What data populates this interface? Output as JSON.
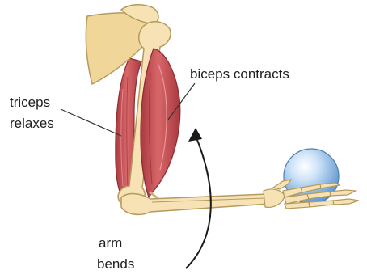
{
  "labels": {
    "biceps": "biceps contracts",
    "triceps_line1": "triceps",
    "triceps_line2": "relaxes",
    "arm_line1": "arm",
    "arm_line2": "bends"
  },
  "colors": {
    "bone_fill": "#f3dca6",
    "bone_stroke": "#b59a5e",
    "muscle_fill": "#c9555a",
    "muscle_dark": "#9c3338",
    "muscle_light": "#e28a89",
    "ball_fill": "#9ec6ec",
    "ball_highlight": "#e6f2fd",
    "leader_line": "#333333",
    "arrow": "#1a1a1a"
  }
}
